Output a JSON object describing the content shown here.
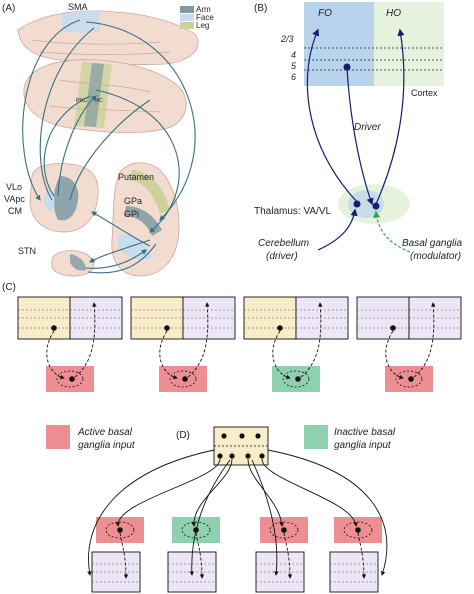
{
  "panels": {
    "a": "(A)",
    "b": "(B)",
    "c": "(C)",
    "d": "(D)"
  },
  "panel_a": {
    "sma": "SMA",
    "legend": [
      "Arm",
      "Face",
      "Leg"
    ],
    "pmc": "PMC",
    "mc": "MC",
    "vlo": "VLo",
    "vapc": "VApc",
    "cm": "CM",
    "putamen": "Putamen",
    "gpa": "GPa",
    "gpi": "GPi",
    "stn": "STN"
  },
  "panel_b": {
    "fo": "FO",
    "ho": "HO",
    "layers": [
      "2/3",
      "4",
      "5",
      "6"
    ],
    "cortex": "Cortex",
    "driver": "Driver",
    "thalamus": "Thalamus: VA/VL",
    "cerebellum_1": "Cerebellum",
    "cerebellum_2": "(driver)",
    "bg_1": "Basal ganglia",
    "bg_2": "(modulator)"
  },
  "panel_d": {
    "active_1": "Active basal",
    "active_2": "ganglia input",
    "inactive_1": "Inactive basal",
    "inactive_2": "ganglia input"
  },
  "colors": {
    "arm": "#7f9aa6",
    "face": "#c8dcec",
    "leg": "#ccd39a",
    "brain": "#f2dcd0",
    "fo": "#b8d4ec",
    "ho": "#e6f2de",
    "yellow_box": "#f8edc8",
    "purple_box": "#ece6f6",
    "active": "#ec8e92",
    "inactive": "#8fd0b0",
    "line": "#3a6f80",
    "navy": "#1a1a6e"
  }
}
